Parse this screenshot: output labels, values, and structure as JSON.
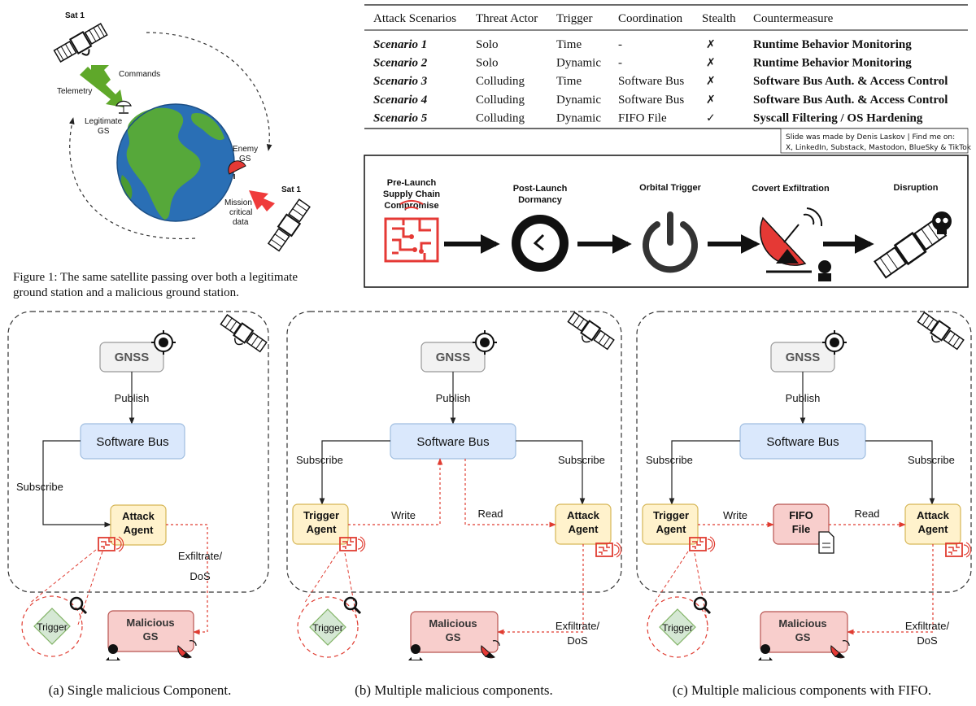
{
  "colors": {
    "gnss_fill": "#f2f2f2",
    "gnss_stroke": "#999999",
    "bus_fill": "#dae8fc",
    "bus_stroke": "#9fbde0",
    "agent_fill": "#fff2cc",
    "agent_stroke": "#d6b656",
    "malicious_fill": "#f8cecc",
    "malicious_stroke": "#b85450",
    "fifo_fill": "#f8cecc",
    "trigger_fill": "#d5e8d4",
    "trigger_stroke": "#82b366",
    "red_line": "#e03c31",
    "green_arrow": "#5fa82a",
    "red_arrow": "#ef3b3b",
    "ocean": "#2a6fb5",
    "land": "#56a83a"
  },
  "fig1": {
    "sat_top_label": "Sat 1",
    "sat_bottom_label": "Sat 1",
    "telemetry": "Telemetry",
    "commands": "Commands",
    "legit_gs": [
      "Legitimate",
      "GS"
    ],
    "enemy_gs": [
      "Enemy",
      "GS"
    ],
    "mission_data": [
      "Mission",
      "critical",
      "data"
    ],
    "caption_lines": [
      "Figure 1: The same satellite passing over both a legitimate",
      "ground station and a malicious ground station."
    ]
  },
  "table": {
    "headers": [
      "Attack Scenarios",
      "Threat Actor",
      "Trigger",
      "Coordination",
      "Stealth",
      "Countermeasure"
    ],
    "rows": [
      {
        "scenario": "Scenario 1",
        "actor": "Solo",
        "trigger": "Time",
        "coordination": "-",
        "stealth": "✗",
        "countermeasure": "Runtime Behavior Monitoring"
      },
      {
        "scenario": "Scenario 2",
        "actor": "Solo",
        "trigger": "Dynamic",
        "coordination": "-",
        "stealth": "✗",
        "countermeasure": "Runtime Behavior Monitoring"
      },
      {
        "scenario": "Scenario 3",
        "actor": "Colluding",
        "trigger": "Time",
        "coordination": "Software Bus",
        "stealth": "✗",
        "countermeasure": "Software Bus Auth. & Access Control"
      },
      {
        "scenario": "Scenario 4",
        "actor": "Colluding",
        "trigger": "Dynamic",
        "coordination": "Software Bus",
        "stealth": "✗",
        "countermeasure": "Software Bus Auth. & Access Control"
      },
      {
        "scenario": "Scenario 5",
        "actor": "Colluding",
        "trigger": "Dynamic",
        "coordination": "FIFO File",
        "stealth": "✓",
        "countermeasure": "Syscall Filtering / OS Hardening"
      }
    ],
    "credit_lines": [
      "Slide was made by Denis Laskov | Find me on:",
      "X, LinkedIn, Substack, Mastodon, BlueSky & TikTok"
    ]
  },
  "flow": {
    "steps": [
      {
        "label": [
          "Pre-Launch",
          "Supply Chain",
          "Compromise"
        ],
        "icon": "circuit-icon"
      },
      {
        "label": [
          "Post-Launch",
          "Dormancy"
        ],
        "icon": "clock-icon"
      },
      {
        "label": [
          "Orbital Trigger"
        ],
        "icon": "power-icon"
      },
      {
        "label": [
          "Covert Exfiltration"
        ],
        "icon": "satellite-dish-icon"
      },
      {
        "label": [
          "Disruption"
        ],
        "icon": "satellite-skull-icon"
      }
    ]
  },
  "diagrams": [
    {
      "gnss": "GNSS",
      "publish": "Publish",
      "bus": "Software Bus",
      "subscribe_left": "Subscribe",
      "attack_agent": [
        "Attack",
        "Agent"
      ],
      "exfil": [
        "Exfiltrate/",
        "DoS"
      ],
      "trigger": "Trigger",
      "malicious": [
        "Malicious",
        "GS"
      ],
      "caption": "(a) Single malicious Component."
    },
    {
      "gnss": "GNSS",
      "publish": "Publish",
      "bus": "Software Bus",
      "subscribe_left": "Subscribe",
      "subscribe_right": "Subscribe",
      "trigger_agent": [
        "Trigger",
        "Agent"
      ],
      "attack_agent": [
        "Attack",
        "Agent"
      ],
      "write": "Write",
      "read": "Read",
      "exfil": [
        "Exfiltrate/",
        "DoS"
      ],
      "trigger": "Trigger",
      "malicious": [
        "Malicious",
        "GS"
      ],
      "caption": "(b) Multiple malicious components."
    },
    {
      "gnss": "GNSS",
      "publish": "Publish",
      "bus": "Software Bus",
      "subscribe_left": "Subscribe",
      "subscribe_right": "Subscribe",
      "trigger_agent": [
        "Trigger",
        "Agent"
      ],
      "fifo": [
        "FIFO",
        "File"
      ],
      "attack_agent": [
        "Attack",
        "Agent"
      ],
      "write": "Write",
      "read": "Read",
      "exfil": [
        "Exfiltrate/",
        "DoS"
      ],
      "trigger": "Trigger",
      "malicious": [
        "Malicious",
        "GS"
      ],
      "caption": "(c) Multiple malicious components with FIFO."
    }
  ]
}
